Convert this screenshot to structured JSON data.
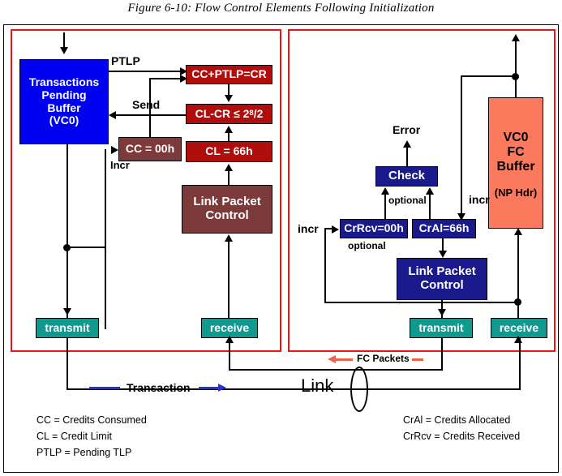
{
  "figure": {
    "caption": "Figure 6-10: Flow Control Elements Following Initialization"
  },
  "colors": {
    "panel_border": "#ee1111",
    "transaction_arrow": "#2233dd",
    "fc_packet_arrow": "#f0614a",
    "blue_buffer": "#0000f0",
    "navy_box": "#1a1a8c",
    "bright_red_box": "#b00d0d",
    "dark_red_box": "#7d3a3a",
    "teal_box": "#10998f",
    "salmon_box": "#fb7a5e"
  },
  "left_panel": {
    "boxes": {
      "pending_buffer": "Transactions\nPending\nBuffer\n(VC0)",
      "pending_buffer_l1": "Transactions",
      "pending_buffer_l2": "Pending",
      "pending_buffer_l3": "Buffer",
      "pending_buffer_l4": "(VC0)",
      "cc_ptlp_cr": "CC+PTLP=CR",
      "cl_cr_limit_pre": "CL-CR ≤ 2",
      "cl_cr_limit_sup": "8",
      "cl_cr_limit_post": "/2",
      "cc_value": "CC = 00h",
      "cl_value": "CL = 66h",
      "link_packet_control_l1": "Link Packet",
      "link_packet_control_l2": "Control",
      "transmit": "transmit",
      "receive": "receive"
    },
    "labels": {
      "ptlp": "PTLP",
      "send": "Send",
      "incr": "Incr"
    }
  },
  "right_panel": {
    "boxes": {
      "check": "Check",
      "crrcv": "CrRcv=00h",
      "cral": "CrAl=66h",
      "link_packet_control_l1": "Link Packet",
      "link_packet_control_l2": "Control",
      "vc0_fc_buffer_l1": "VC0",
      "vc0_fc_buffer_l2": "FC",
      "vc0_fc_buffer_l3": "Buffer",
      "vc0_fc_buffer_l4": "(NP Hdr)",
      "transmit": "transmit",
      "receive": "receive"
    },
    "labels": {
      "error": "Error",
      "optional_top": "optional",
      "optional_bottom": "optional",
      "incr_left": "incr",
      "incr_right": "incr"
    }
  },
  "link_area": {
    "transaction_legend": "Transaction",
    "fc_packets_legend": "FC Packets",
    "link_label": "Link"
  },
  "legend": {
    "left": [
      "CC = Credits Consumed",
      "CL = Credit Limit",
      "PTLP = Pending TLP"
    ],
    "right": [
      "CrAl = Credits Allocated",
      "CrRcv = Credits Received"
    ]
  }
}
